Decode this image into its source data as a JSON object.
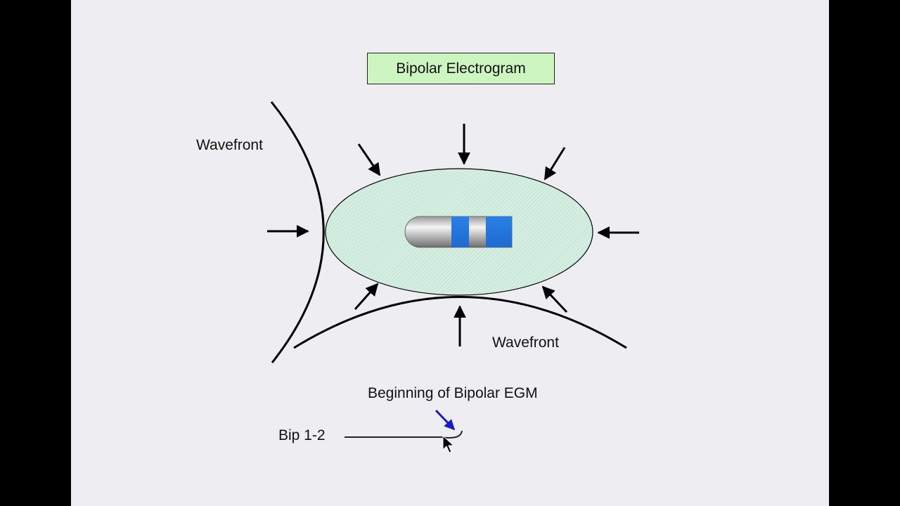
{
  "title": "Bipolar Electrogram",
  "wavefront_labels": [
    "Wavefront",
    "Wavefront"
  ],
  "caption": "Beginning of Bipolar EGM",
  "trace_label": "Bip 1-2",
  "colors": {
    "slide_background": "#eeedf2",
    "title_box_fill": "#ccf5c0",
    "field_fill": "#d2eee0",
    "electrode_band": "#2a80e6",
    "pointer_arrow": "#1a1acc"
  },
  "icons": [
    "inward-arrow-icon",
    "pointer-arrow-icon",
    "cursor-icon"
  ]
}
